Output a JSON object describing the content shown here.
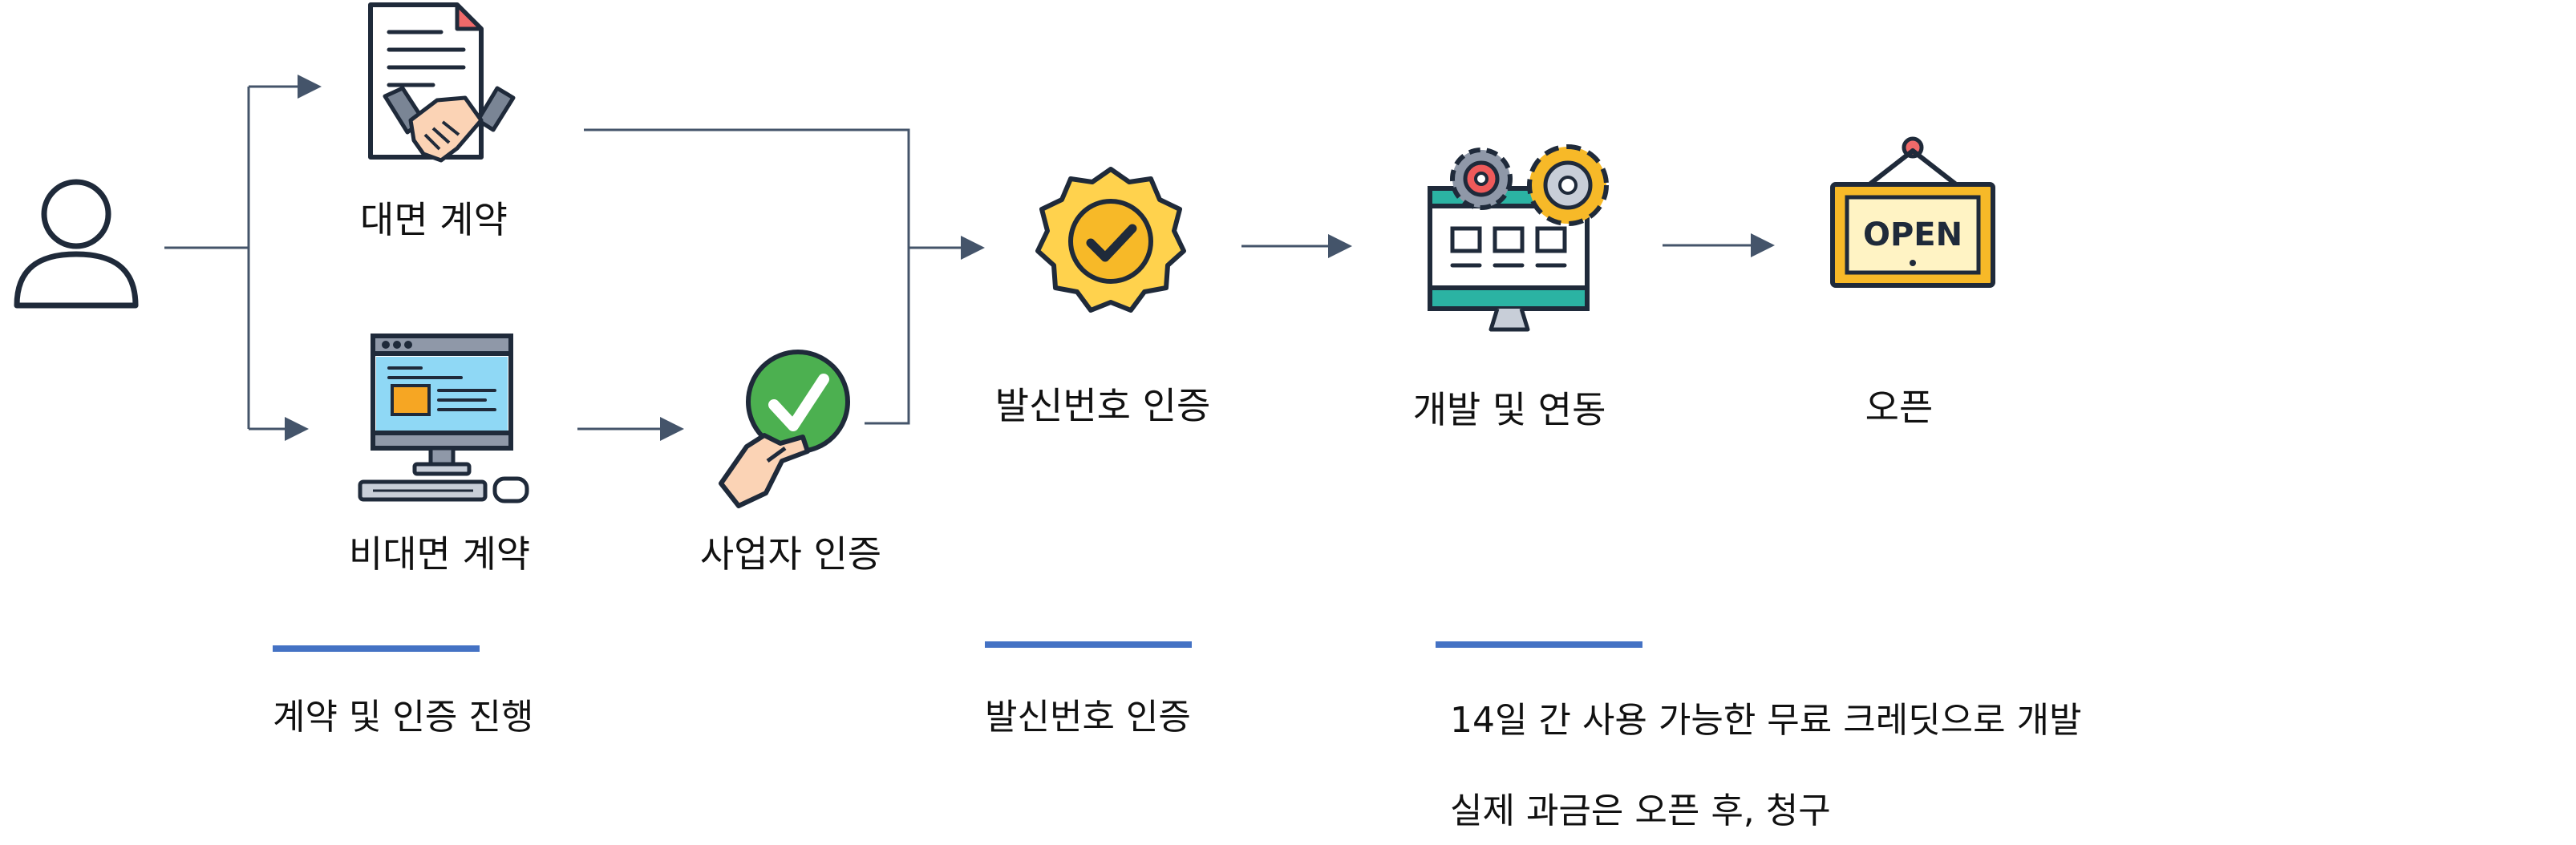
{
  "nodes": {
    "user": "",
    "face_contract": "대면 계약",
    "online_contract": "비대면 계약",
    "business_auth": "사업자 인증",
    "caller_auth": "발신번호 인증",
    "dev": "개발 및 연동",
    "open": "오픈"
  },
  "open_sign": "OPEN",
  "sections": [
    {
      "title": "계약 및 인증 진행",
      "lines": []
    },
    {
      "title": "발신번호 인증",
      "lines": []
    },
    {
      "title": "14일 간 사용 가능한 무료 크레딧으로 개발",
      "lines": [
        "실제 과금은 오픈 후, 청구"
      ]
    }
  ],
  "colors": {
    "connector": "#44546a",
    "accent_line": "#4472c4",
    "badge_yellow": "#ffd24d",
    "check_green": "#4cb050"
  },
  "icons": [
    "user-icon",
    "contract-handshake-icon",
    "computer-icon",
    "hand-check-icon",
    "badge-check-icon",
    "monitor-gears-icon",
    "open-sign-icon"
  ]
}
